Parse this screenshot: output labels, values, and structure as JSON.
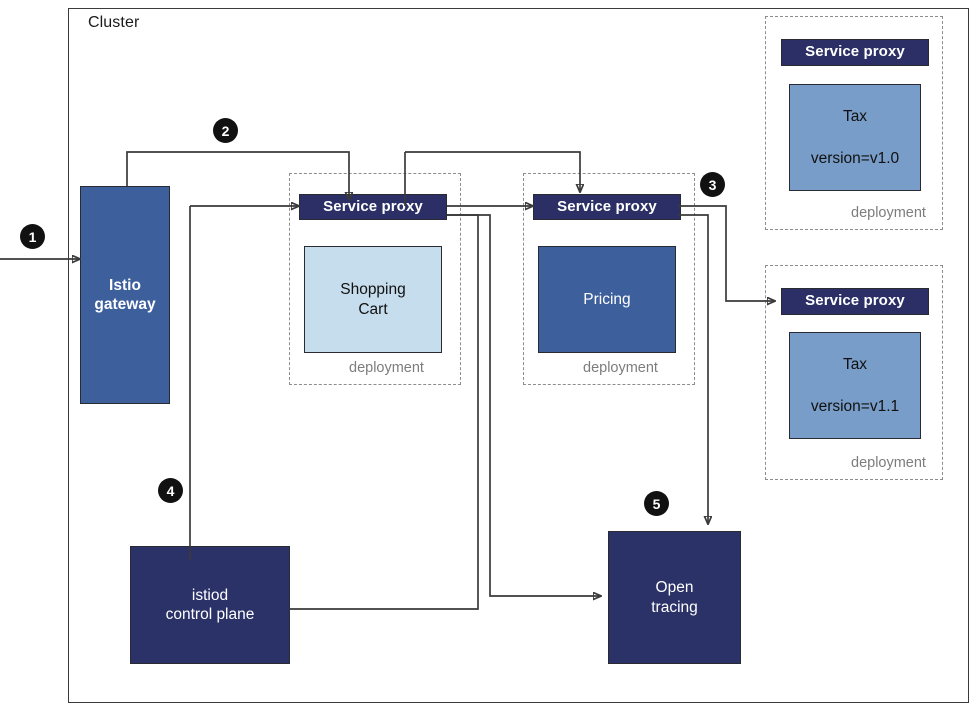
{
  "diagram": {
    "cluster_label": "Cluster",
    "deployment_label": "deployment"
  },
  "nodes": {
    "gateway": {
      "line1": "Istio",
      "line2": "gateway"
    },
    "cart_proxy": {
      "label": "Service proxy"
    },
    "cart": {
      "line1": "Shopping",
      "line2": "Cart"
    },
    "cart_deployment_label": "deployment",
    "pricing_proxy": {
      "label": "Service proxy"
    },
    "pricing": {
      "label": "Pricing"
    },
    "pricing_deployment_label": "deployment",
    "tax_v10_proxy": {
      "label": "Service proxy"
    },
    "tax_v10": {
      "name": "Tax",
      "version": "version=v1.0"
    },
    "tax_v10_deployment_label": "deployment",
    "tax_v11_proxy": {
      "label": "Service proxy"
    },
    "tax_v11": {
      "name": "Tax",
      "version": "version=v1.1"
    },
    "tax_v11_deployment_label": "deployment",
    "istiod": {
      "line1": "istiod",
      "line2": "control plane"
    },
    "tracing": {
      "line1": "Open",
      "line2": "tracing"
    }
  },
  "markers": [
    {
      "id": "1",
      "label": "1"
    },
    {
      "id": "2",
      "label": "2"
    },
    {
      "id": "3",
      "label": "3"
    },
    {
      "id": "4",
      "label": "4"
    },
    {
      "id": "5",
      "label": "5"
    }
  ],
  "colors": {
    "gateway_blue": "#3d5f9c",
    "proxy_navy": "#2b2f66",
    "cart_light_blue": "#c6dded",
    "pricing_blue": "#3d5f9c",
    "tax_blue": "#789dc8",
    "control_plane_navy": "#2b3268",
    "tracing_navy": "#2b3268",
    "line_gray": "#3a3a3a",
    "dashed_gray": "#8d8d8d",
    "marker_black": "#111111"
  }
}
